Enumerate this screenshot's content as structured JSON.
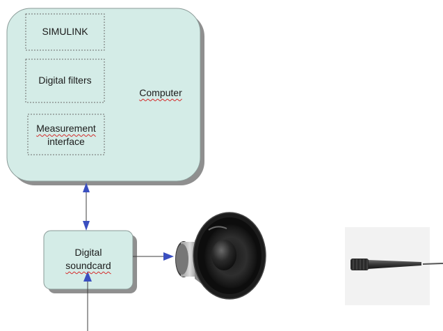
{
  "computer": {
    "label": "Computer",
    "modules": [
      {
        "label": "SIMULINK"
      },
      {
        "label": "Digital filters"
      },
      {
        "label_line1": "Measurement",
        "label_line2": "interface"
      }
    ]
  },
  "soundcard": {
    "label_line1": "Digital",
    "label_line2": "soundcard"
  },
  "colors": {
    "box_fill": "#d4ece7",
    "box_stroke": "#8a9a97",
    "shadow": "#8f8f8f",
    "arrow_head": "#3a4fc0",
    "line": "#3c3c3c",
    "spellcheck": "#d42a2a"
  },
  "icons": [
    "loudspeaker-icon",
    "microphone-icon"
  ]
}
